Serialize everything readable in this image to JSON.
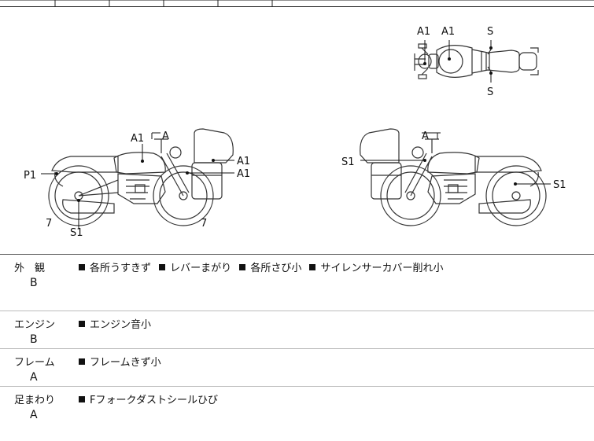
{
  "diagram": {
    "top_view": {
      "labels": [
        "A1",
        "A1",
        "S",
        "S"
      ]
    },
    "left_side": {
      "labels": [
        "A1",
        "A",
        "A1",
        "A1",
        "P1",
        "7",
        "S1",
        "7"
      ]
    },
    "right_side": {
      "labels": [
        "A",
        "S1",
        "S1"
      ]
    }
  },
  "rows": [
    {
      "category": "外　観",
      "grade": "B",
      "notes": [
        "各所うすきず",
        "レバーまがり",
        "各所さび小",
        "サイレンサーカバー削れ小"
      ]
    },
    {
      "category": "エンジン",
      "grade": "B",
      "notes": [
        "エンジン音小"
      ]
    },
    {
      "category": "フレーム",
      "grade": "A",
      "notes": [
        "フレームきず小"
      ]
    },
    {
      "category": "足まわり",
      "grade": "A",
      "notes": [
        "Fフォークダストシールひび"
      ]
    }
  ]
}
